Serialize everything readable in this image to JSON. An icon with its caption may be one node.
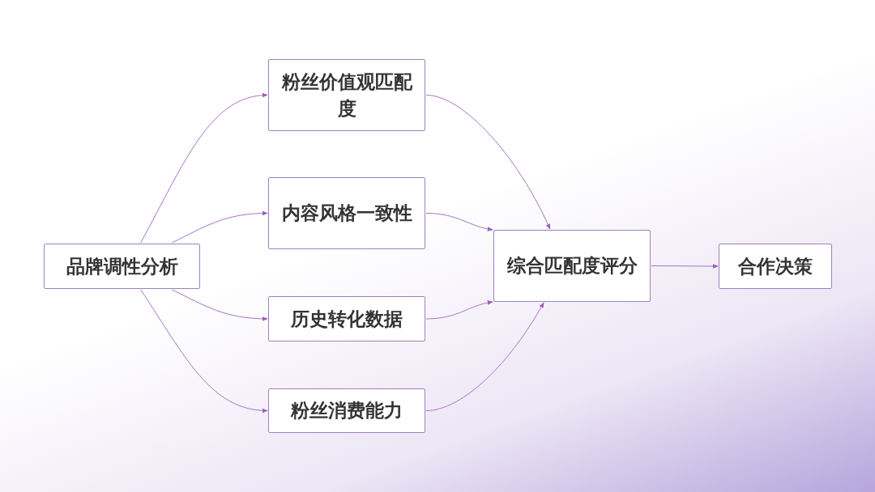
{
  "diagram": {
    "nodes": [
      {
        "text": [
          "品牌调性分析"
        ]
      },
      {
        "text": [
          "粉丝价值观匹配度"
        ]
      },
      {
        "text": [
          "内容风格一致性"
        ]
      },
      {
        "text": [
          "历史转化数据"
        ]
      },
      {
        "text": [
          "粉丝消费能力"
        ]
      },
      {
        "text": [
          "综合匹配度评分"
        ]
      },
      {
        "text": [
          "合作决策"
        ]
      }
    ],
    "edges": [
      {
        "from": 0,
        "to": 1,
        "arrow": "to"
      },
      {
        "from": 0,
        "to": 2,
        "arrow": "to"
      },
      {
        "from": 0,
        "to": 3,
        "arrow": "to"
      },
      {
        "from": 0,
        "to": 4,
        "arrow": "to"
      },
      {
        "from": 1,
        "to": 5,
        "arrow": "to"
      },
      {
        "from": 2,
        "to": 5,
        "arrow": "to"
      },
      {
        "from": 3,
        "to": 5,
        "arrow": "to"
      },
      {
        "from": 4,
        "to": 5,
        "arrow": "to"
      },
      {
        "from": 5,
        "to": 6,
        "arrow": "to"
      }
    ]
  }
}
